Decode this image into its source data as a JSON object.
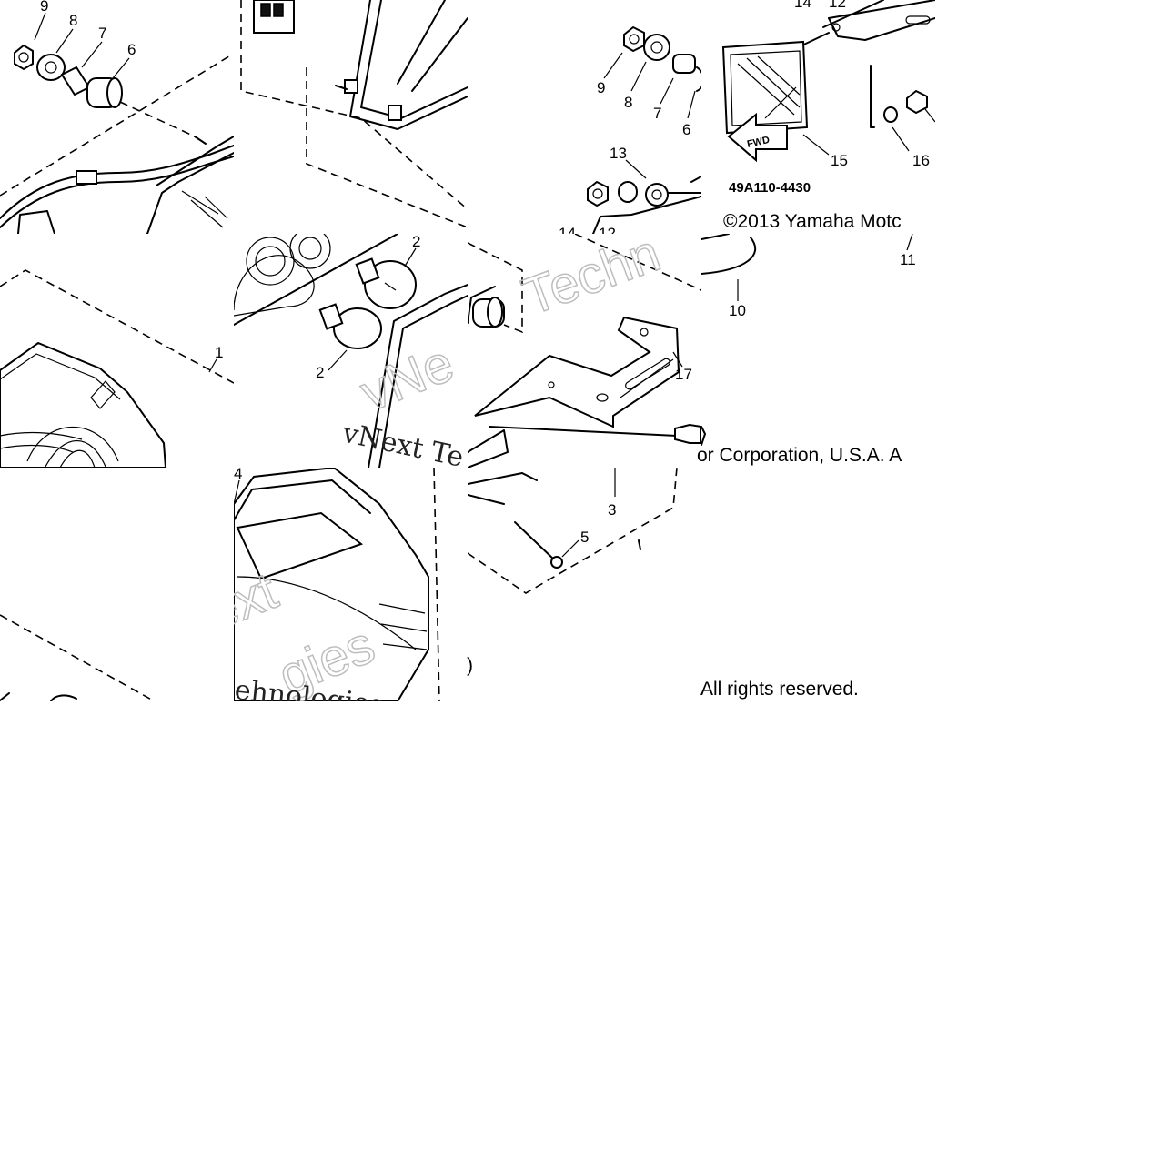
{
  "diagram": {
    "part_code": "49A110-4430",
    "copyright_line1": "©2013 Yamaha Motc",
    "copyright_line2": "or Corporation, U.S.A. A",
    "copyright_line3": "All rights reserved.",
    "copyright_fragment": ")",
    "watermark_words": [
      "Techn",
      "vNext Te",
      "ext",
      "gies",
      "ehnologies",
      "vNe"
    ],
    "fwd_arrow_label": "FWD",
    "callouts": [
      "1",
      "2",
      "3",
      "4",
      "5",
      "6",
      "7",
      "8",
      "9",
      "10",
      "11",
      "12",
      "13",
      "14",
      "15",
      "16",
      "17"
    ],
    "line_color": "#000000",
    "background": "#ffffff"
  }
}
